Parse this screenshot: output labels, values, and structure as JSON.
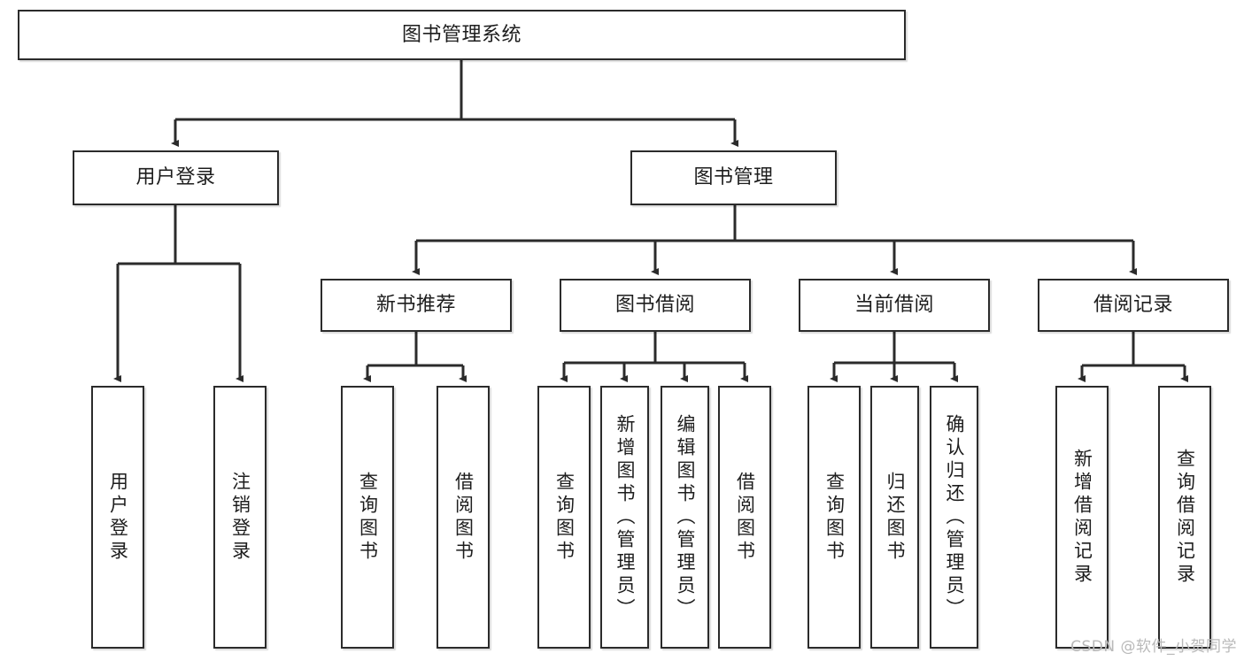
{
  "diagram": {
    "title": "图书管理系统",
    "watermark": "CSDN @软件_小贺同学",
    "colors": {
      "box_border": "#2b2b2b",
      "box_fill": "#ffffff",
      "edge": "#2b2b2b",
      "background": "#ffffff",
      "watermark": "#b9b9b9"
    },
    "root": {
      "label": "图书管理系统"
    },
    "level1": [
      {
        "label": "用户登录"
      },
      {
        "label": "图书管理"
      }
    ],
    "level2": [
      {
        "label": "新书推荐"
      },
      {
        "label": "图书借阅"
      },
      {
        "label": "当前借阅"
      },
      {
        "label": "借阅记录"
      }
    ],
    "leaves": [
      {
        "label": "用户登录",
        "parent": "用户登录"
      },
      {
        "label": "注销登录",
        "parent": "用户登录"
      },
      {
        "label": "查询图书",
        "parent": "新书推荐"
      },
      {
        "label": "借阅图书",
        "parent": "新书推荐"
      },
      {
        "label": "查询图书",
        "parent": "图书借阅"
      },
      {
        "label": "新增图书（管理员）",
        "parent": "图书借阅"
      },
      {
        "label": "编辑图书（管理员）",
        "parent": "图书借阅"
      },
      {
        "label": "借阅图书",
        "parent": "图书借阅"
      },
      {
        "label": "查询图书",
        "parent": "当前借阅"
      },
      {
        "label": "归还图书",
        "parent": "当前借阅"
      },
      {
        "label": "确认归还（管理员）",
        "parent": "当前借阅"
      },
      {
        "label": "新增借阅记录",
        "parent": "借阅记录"
      },
      {
        "label": "查询借阅记录",
        "parent": "借阅记录"
      }
    ]
  }
}
